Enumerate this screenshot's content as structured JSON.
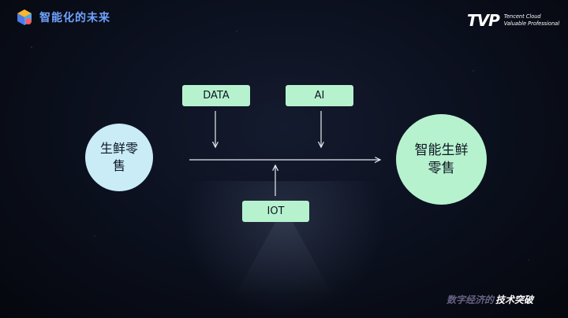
{
  "header": {
    "title": "智能化的未来",
    "logo_icon": "colorful-cube-logo"
  },
  "brand": {
    "mark": "TVP",
    "line1": "Tencent Cloud",
    "line2": "Valuable Professional"
  },
  "diagram": {
    "source_node": "生鲜零售",
    "target_node": "智能生鲜零售",
    "inputs": {
      "data": "DATA",
      "ai": "AI",
      "iot": "IOT"
    }
  },
  "watermark": {
    "faded_text": "数字经济的",
    "bold_text": "技术突破"
  },
  "colors": {
    "background": "#0c1120",
    "header_title": "#6fa3ff",
    "node_green": "#b7f2cf",
    "node_blue": "#c9ecf7",
    "line": "#e8eaf0"
  }
}
